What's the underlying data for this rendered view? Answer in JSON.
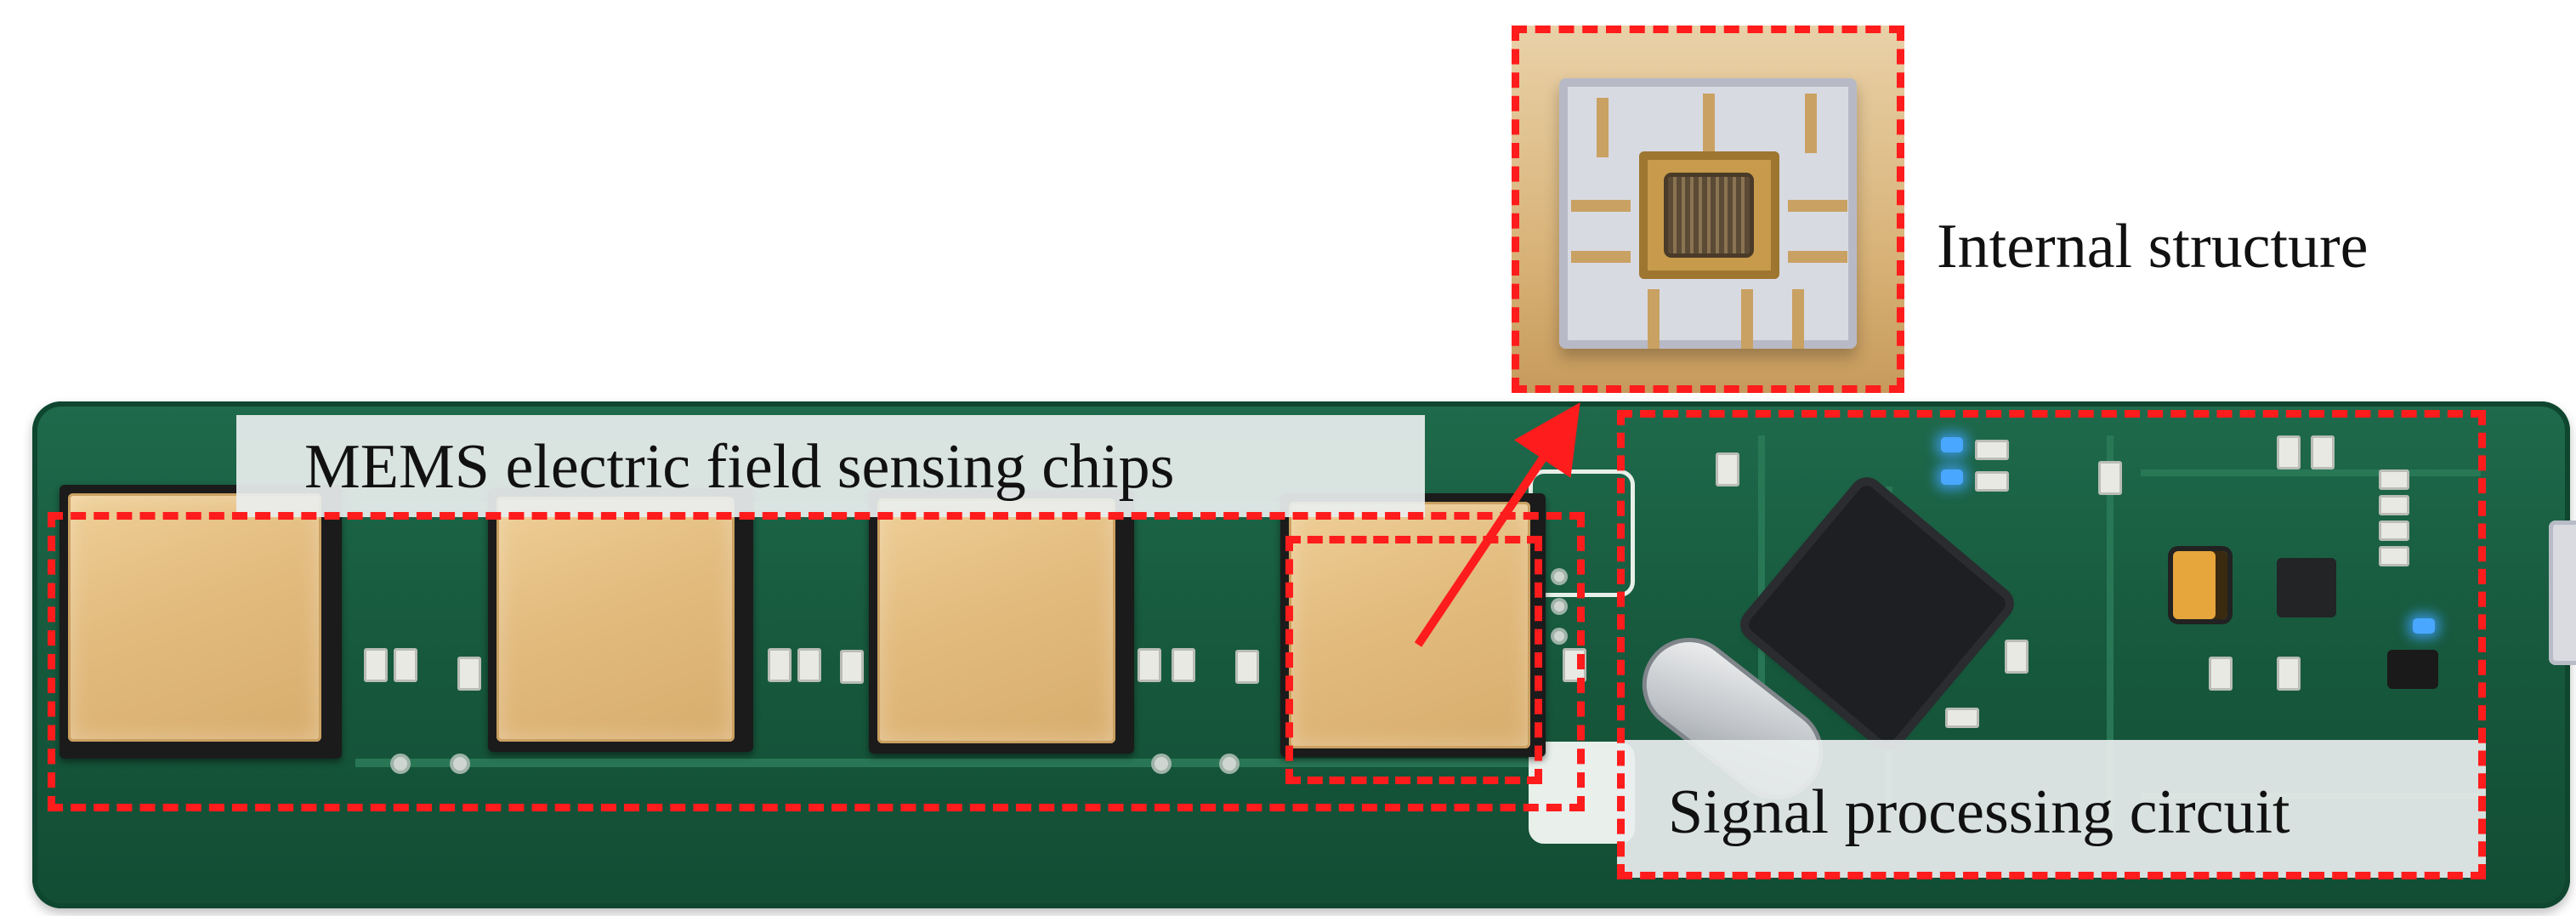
{
  "labels": {
    "internal_structure": "Internal structure",
    "sensing_chips": "MEMS electric field sensing chips",
    "signal_circuit": "Signal processing circuit"
  },
  "colors": {
    "callout": "#ff1c1c",
    "pcb": "#175a3e",
    "chip_gold": "#e2bb7e",
    "led": "#4aa7ff"
  }
}
